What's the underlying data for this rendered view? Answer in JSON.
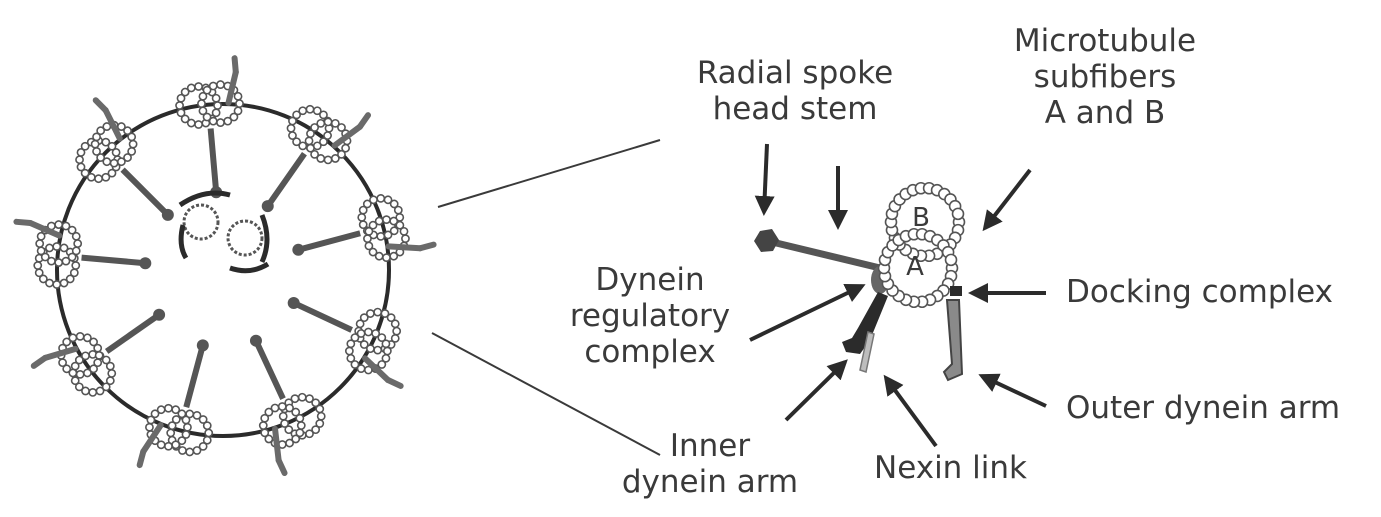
{
  "labels": {
    "radial_spoke": [
      "Radial spoke",
      "head stem"
    ],
    "microtubule": [
      "Microtubule",
      "subfibers",
      "A and B"
    ],
    "dynein_regulatory": [
      "Dynein",
      "regulatory",
      "complex"
    ],
    "docking": "Docking complex",
    "outer_arm": "Outer dynein arm",
    "inner_arm": [
      "Inner",
      "dynein arm"
    ],
    "nexin": "Nexin link",
    "subfiber_a": "A",
    "subfiber_b": "B"
  },
  "colors": {
    "ink": "#2b2b2b",
    "text": "#3a3a3a",
    "outline": "#6a6a6a",
    "arm": "#7a7a7a"
  }
}
